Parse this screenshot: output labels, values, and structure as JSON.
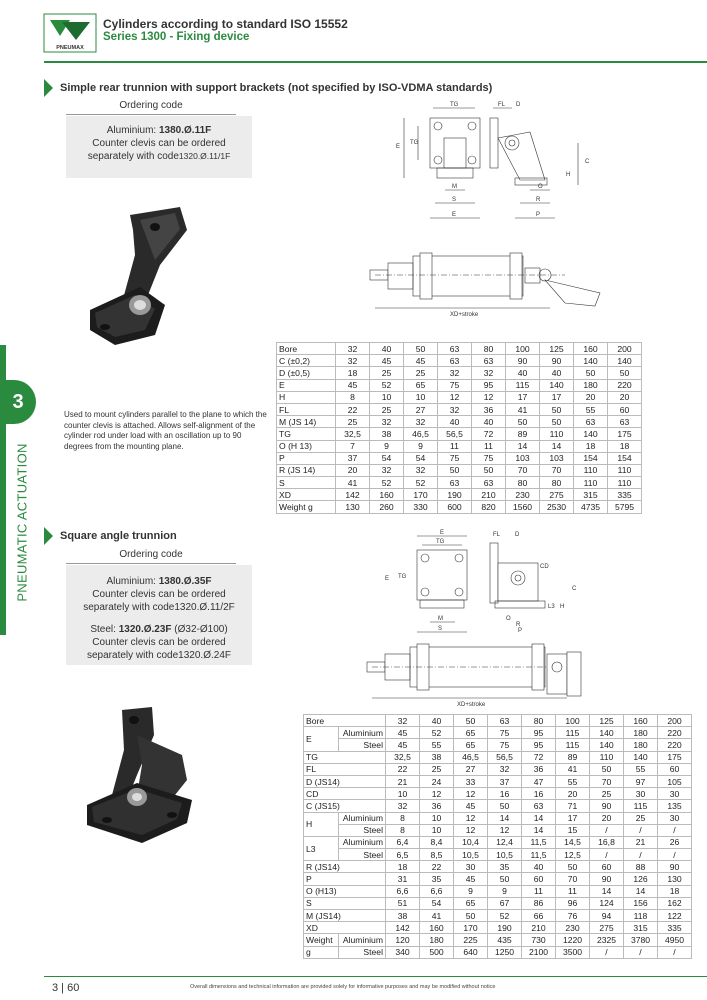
{
  "header": {
    "brand": "PNEUMAX",
    "title": "Cylinders according to standard ISO 15552",
    "subtitle": "Series 1300 - Fixing device"
  },
  "side_tab": {
    "number": "3",
    "label": "PNEUMATIC ACTUATION"
  },
  "section1": {
    "title": "Simple rear trunnion with support brackets (not specified by ISO-VDMA standards)",
    "ordering_label": "Ordering code",
    "order_line1_pre": "Aluminium: ",
    "order_code": "1380.Ø.11F",
    "order_line2": "Counter clevis can be ordered",
    "order_line3_pre": "separately with code",
    "order_line3_code": "1320.Ø.11/1F",
    "description": "Used to mount cylinders parallel to the plane to which the counter clevis is attached. Allows self-alignment of the cylinder rod under load with an oscillation up to 90 degrees from the mounting plane.",
    "drawing_labels": {
      "tg": "TG",
      "fl": "FL",
      "d": "D",
      "e": "E",
      "c": "C",
      "h": "H",
      "m": "M",
      "s": "S",
      "o": "O",
      "r": "R",
      "p": "P",
      "xd": "XD+stroke"
    },
    "table": {
      "sizes": [
        "32",
        "40",
        "50",
        "63",
        "80",
        "100",
        "125",
        "160",
        "200"
      ],
      "rows": [
        {
          "label": "Bore",
          "values": [
            "32",
            "40",
            "50",
            "63",
            "80",
            "100",
            "125",
            "160",
            "200"
          ]
        },
        {
          "label": "C (±0,2)",
          "values": [
            "32",
            "45",
            "45",
            "63",
            "63",
            "90",
            "90",
            "140",
            "140"
          ]
        },
        {
          "label": "D (±0,5)",
          "values": [
            "18",
            "25",
            "25",
            "32",
            "32",
            "40",
            "40",
            "50",
            "50"
          ]
        },
        {
          "label": "E",
          "values": [
            "45",
            "52",
            "65",
            "75",
            "95",
            "115",
            "140",
            "180",
            "220"
          ]
        },
        {
          "label": "H",
          "values": [
            "8",
            "10",
            "10",
            "12",
            "12",
            "17",
            "17",
            "20",
            "20"
          ]
        },
        {
          "label": "FL",
          "values": [
            "22",
            "25",
            "27",
            "32",
            "36",
            "41",
            "50",
            "55",
            "60"
          ]
        },
        {
          "label": "M (JS 14)",
          "values": [
            "25",
            "32",
            "32",
            "40",
            "40",
            "50",
            "50",
            "63",
            "63"
          ]
        },
        {
          "label": "TG",
          "values": [
            "32,5",
            "38",
            "46,5",
            "56,5",
            "72",
            "89",
            "110",
            "140",
            "175"
          ]
        },
        {
          "label": "O (H 13)",
          "values": [
            "7",
            "9",
            "9",
            "11",
            "11",
            "14",
            "14",
            "18",
            "18"
          ]
        },
        {
          "label": "P",
          "values": [
            "37",
            "54",
            "54",
            "75",
            "75",
            "103",
            "103",
            "154",
            "154"
          ]
        },
        {
          "label": "R (JS 14)",
          "values": [
            "20",
            "32",
            "32",
            "50",
            "50",
            "70",
            "70",
            "110",
            "110"
          ]
        },
        {
          "label": "S",
          "values": [
            "41",
            "52",
            "52",
            "63",
            "63",
            "80",
            "80",
            "110",
            "110"
          ]
        },
        {
          "label": "XD",
          "values": [
            "142",
            "160",
            "170",
            "190",
            "210",
            "230",
            "275",
            "315",
            "335"
          ]
        },
        {
          "label": "Weight g",
          "values": [
            "130",
            "260",
            "330",
            "600",
            "820",
            "1560",
            "2530",
            "4735",
            "5795"
          ]
        }
      ]
    }
  },
  "section2": {
    "title": "Square angle trunnion",
    "ordering_label": "Ordering code",
    "order_line1_pre": "Aluminium: ",
    "order_code": "1380.Ø.35F",
    "order_line2": "Counter clevis can be ordered",
    "order_line3_pre": "separately with code",
    "order_line3_code": "1320.Ø.11/2F",
    "steel_code": "1320.Ø.23F",
    "steel_range": " (Ø32-Ø100)",
    "steel_pre": "Steel: ",
    "steel_line2": "Counter clevis can be ordered",
    "steel_line3_pre": "separately with code",
    "steel_line3_code": "1320.Ø.24F",
    "drawing_labels": {
      "e": "E",
      "tg": "TG",
      "fl": "FL",
      "d": "D",
      "cd": "CD",
      "l3": "L3",
      "h": "H",
      "c": "C",
      "m": "M",
      "s": "S",
      "o": "O",
      "r": "R",
      "p": "P",
      "xd": "XD+stroke"
    },
    "table": {
      "rows": [
        {
          "label": "Bore",
          "sub": "",
          "values": [
            "32",
            "40",
            "50",
            "63",
            "80",
            "100",
            "125",
            "160",
            "200"
          ]
        },
        {
          "label": "E",
          "sub": "Aluminium",
          "values": [
            "45",
            "52",
            "65",
            "75",
            "95",
            "115",
            "140",
            "180",
            "220"
          ]
        },
        {
          "label": "",
          "sub": "Steel",
          "values": [
            "45",
            "55",
            "65",
            "75",
            "95",
            "115",
            "140",
            "180",
            "220"
          ]
        },
        {
          "label": "TG",
          "sub": "",
          "values": [
            "32,5",
            "38",
            "46,5",
            "56,5",
            "72",
            "89",
            "110",
            "140",
            "175"
          ]
        },
        {
          "label": "FL",
          "sub": "",
          "values": [
            "22",
            "25",
            "27",
            "32",
            "36",
            "41",
            "50",
            "55",
            "60"
          ]
        },
        {
          "label": "D (JS14)",
          "sub": "",
          "values": [
            "21",
            "24",
            "33",
            "37",
            "47",
            "55",
            "70",
            "97",
            "105"
          ]
        },
        {
          "label": "CD",
          "sub": "",
          "values": [
            "10",
            "12",
            "12",
            "16",
            "16",
            "20",
            "25",
            "30",
            "30"
          ]
        },
        {
          "label": "C (JS15)",
          "sub": "",
          "values": [
            "32",
            "36",
            "45",
            "50",
            "63",
            "71",
            "90",
            "115",
            "135"
          ]
        },
        {
          "label": "H",
          "sub": "Aluminium",
          "values": [
            "8",
            "10",
            "12",
            "14",
            "14",
            "17",
            "20",
            "25",
            "30"
          ]
        },
        {
          "label": "",
          "sub": "Steel",
          "values": [
            "8",
            "10",
            "12",
            "12",
            "14",
            "15",
            "/",
            "/",
            "/"
          ]
        },
        {
          "label": "L3",
          "sub": "Aluminium",
          "values": [
            "6,4",
            "8,4",
            "10,4",
            "12,4",
            "11,5",
            "14,5",
            "16,8",
            "21",
            "26"
          ]
        },
        {
          "label": "",
          "sub": "Steel",
          "values": [
            "6,5",
            "8,5",
            "10,5",
            "10,5",
            "11,5",
            "12,5",
            "/",
            "/",
            "/"
          ]
        },
        {
          "label": "R (JS14)",
          "sub": "",
          "values": [
            "18",
            "22",
            "30",
            "35",
            "40",
            "50",
            "60",
            "88",
            "90"
          ]
        },
        {
          "label": "P",
          "sub": "",
          "values": [
            "31",
            "35",
            "45",
            "50",
            "60",
            "70",
            "90",
            "126",
            "130"
          ]
        },
        {
          "label": "O (H13)",
          "sub": "",
          "values": [
            "6,6",
            "6,6",
            "9",
            "9",
            "11",
            "11",
            "14",
            "14",
            "18"
          ]
        },
        {
          "label": "S",
          "sub": "",
          "values": [
            "51",
            "54",
            "65",
            "67",
            "86",
            "96",
            "124",
            "156",
            "162"
          ]
        },
        {
          "label": "M (JS14)",
          "sub": "",
          "values": [
            "38",
            "41",
            "50",
            "52",
            "66",
            "76",
            "94",
            "118",
            "122"
          ]
        },
        {
          "label": "XD",
          "sub": "",
          "values": [
            "142",
            "160",
            "170",
            "190",
            "210",
            "230",
            "275",
            "315",
            "335"
          ]
        },
        {
          "label": "Weight",
          "sub": "Aluminium",
          "values": [
            "120",
            "180",
            "225",
            "435",
            "730",
            "1220",
            "2325",
            "3780",
            "4950"
          ]
        },
        {
          "label": "g",
          "sub": "Steel",
          "values": [
            "340",
            "500",
            "640",
            "1250",
            "2100",
            "3500",
            "/",
            "/",
            "/"
          ]
        }
      ]
    }
  },
  "footer": {
    "page": "3 | 60",
    "note": "Overall dimensions and technical information are provided solely for informative purposes and may be modified without notice"
  }
}
